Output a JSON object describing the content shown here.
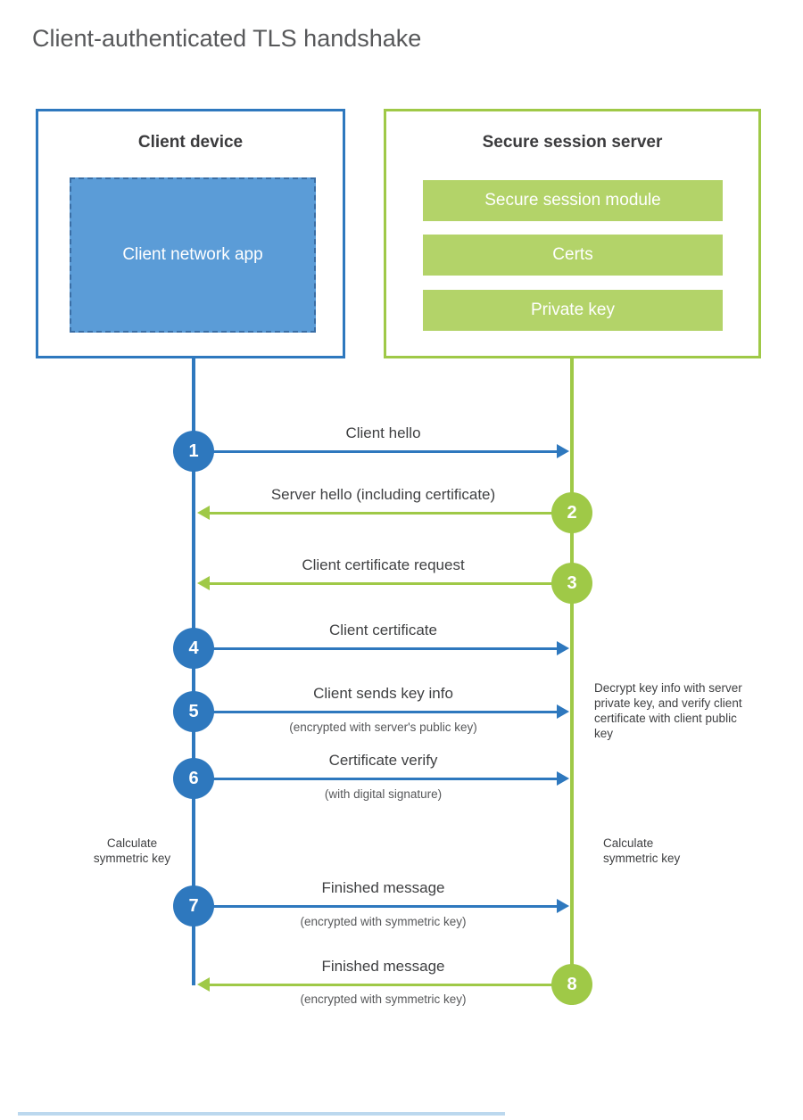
{
  "title": "Client-authenticated TLS handshake",
  "client": {
    "title": "Client device",
    "app_label": "Client network app"
  },
  "server": {
    "title": "Secure session server",
    "modules": [
      "Secure session module",
      "Certs",
      "Private key"
    ]
  },
  "messages": [
    {
      "num": "1",
      "from": "client",
      "direction": "right",
      "label": "Client hello",
      "sublabel": ""
    },
    {
      "num": "2",
      "from": "server",
      "direction": "left",
      "label": "Server hello (including certificate)",
      "sublabel": ""
    },
    {
      "num": "3",
      "from": "server",
      "direction": "left",
      "label": "Client certificate request",
      "sublabel": ""
    },
    {
      "num": "4",
      "from": "client",
      "direction": "right",
      "label": "Client certificate",
      "sublabel": ""
    },
    {
      "num": "5",
      "from": "client",
      "direction": "right",
      "label": "Client sends key info",
      "sublabel": "(encrypted with server's public key)"
    },
    {
      "num": "6",
      "from": "client",
      "direction": "right",
      "label": "Certificate verify",
      "sublabel": "(with digital signature)"
    },
    {
      "num": "7",
      "from": "client",
      "direction": "right",
      "label": "Finished message",
      "sublabel": "(encrypted with symmetric key)"
    },
    {
      "num": "8",
      "from": "server",
      "direction": "left",
      "label": "Finished message",
      "sublabel": "(encrypted with symmetric key)"
    }
  ],
  "notes": {
    "decrypt": "Decrypt key info with server private key, and verify client certificate with client public key",
    "calc_left": "Calculate symmetric key",
    "calc_right": "Calculate symmetric key"
  },
  "colors": {
    "client_blue": "#2e78be",
    "client_app_fill": "#5b9cd7",
    "server_green": "#9fc947",
    "server_bar_fill": "#b3d369"
  }
}
